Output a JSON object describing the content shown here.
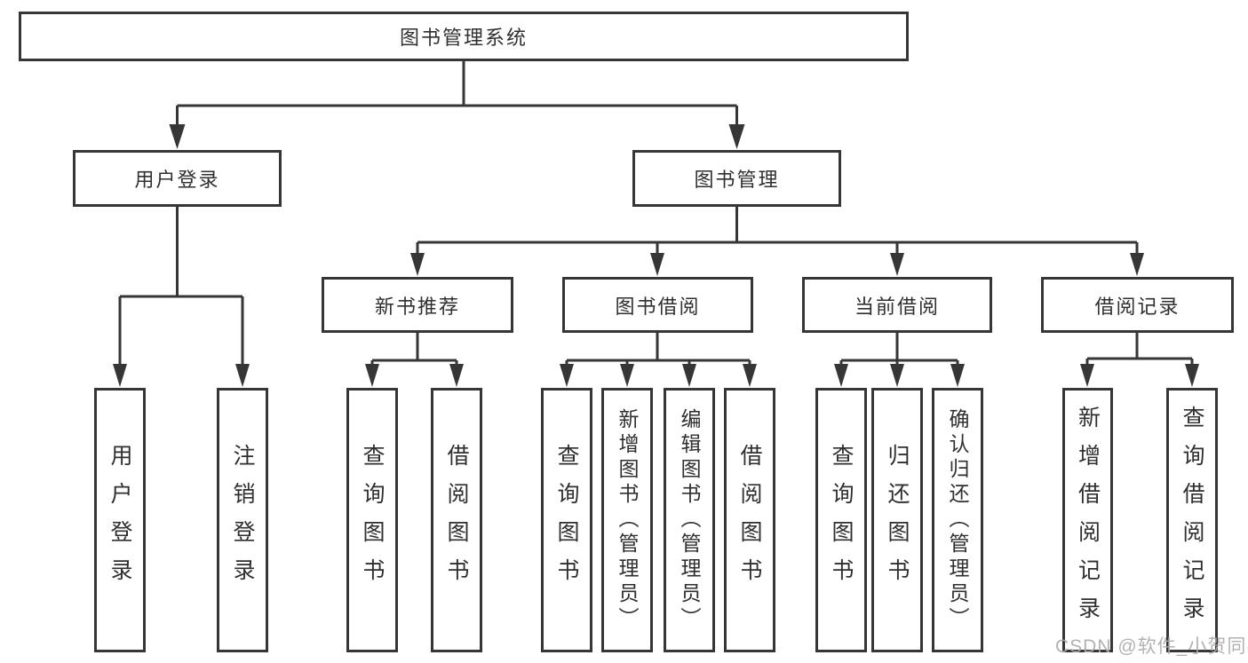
{
  "title": {
    "root": "图书管理系统"
  },
  "level2": {
    "user_login": "用户登录",
    "book_management": "图书管理"
  },
  "level3": {
    "new_book_recommendation": "新书推荐",
    "book_borrowing": "图书借阅",
    "current_borrowing": "当前借阅",
    "borrowing_records": "借阅记录"
  },
  "leaves": {
    "user_login": "用户登录",
    "logout": "注销登录",
    "recommend_query_book": "查询图书",
    "recommend_borrow_book": "借阅图书",
    "borrowing_query_book": "查询图书",
    "borrowing_add_book_admin": "新增图书（管理员）",
    "borrowing_edit_book_admin": "编辑图书（管理员）",
    "borrowing_borrow_book": "借阅图书",
    "current_query_book": "查询图书",
    "current_return_book": "归还图书",
    "current_confirm_return_admin": "确认归还（管理员）",
    "record_add_borrow_record": "新增借阅记录",
    "record_query_borrow_record": "查询借阅记录"
  },
  "watermark": "CSDN @软件_小贺同学",
  "colors": {
    "line": "#363636",
    "text": "#2f2f2f",
    "watermark": "#aeabab",
    "background": "#ffffff"
  }
}
